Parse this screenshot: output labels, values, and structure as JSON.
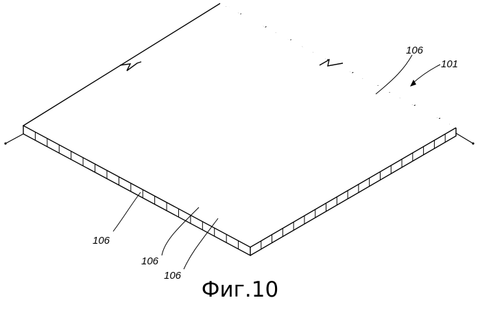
{
  "figure": {
    "caption": "Фиг.10",
    "labels": {
      "top_strip": "106",
      "assembly": "101",
      "left_strip": "106",
      "front_strip_a": "106",
      "front_strip_b": "106"
    },
    "strip_count": 19,
    "line_color": "#000000",
    "background": "#ffffff"
  }
}
